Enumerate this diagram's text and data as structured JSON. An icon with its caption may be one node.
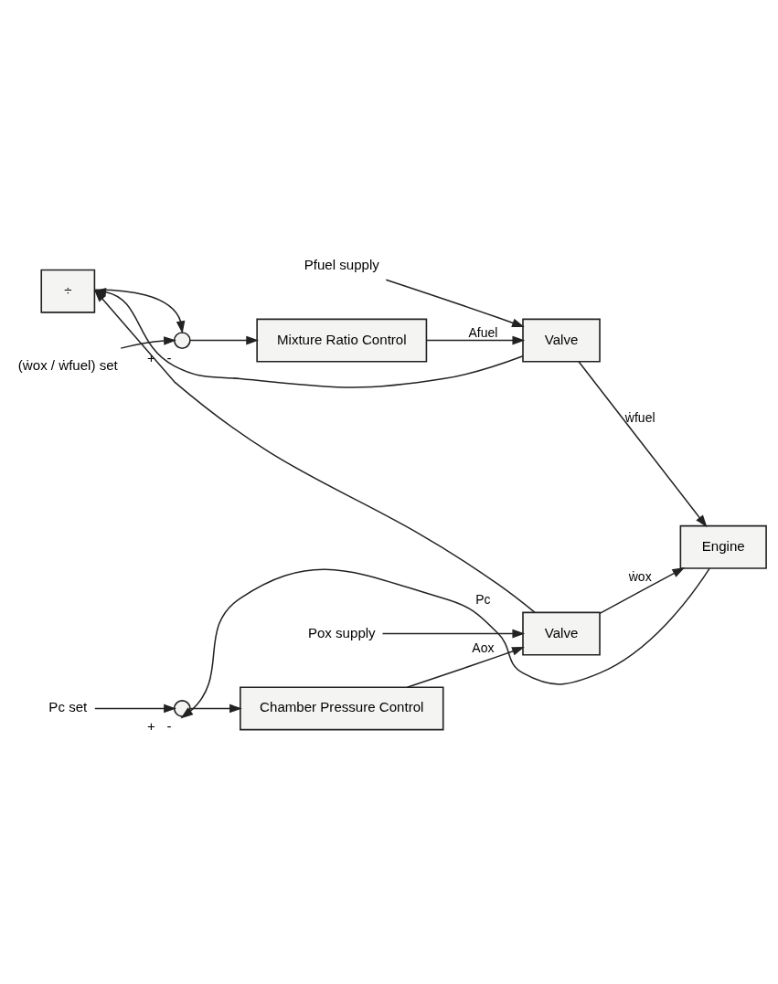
{
  "diagram": {
    "nodes": [
      {
        "text": [
          "(ẇox / ẇfuel) set"
        ]
      },
      {
        "text": [],
        "shape": "circle",
        "beside": [
          "+",
          "-"
        ]
      },
      {
        "text": [
          "÷"
        ]
      },
      {
        "text": [
          "Mixture Ratio Control"
        ]
      },
      {
        "text": [
          "Pfuel supply"
        ]
      },
      {
        "text": [
          "Valve"
        ]
      },
      {
        "text": [
          "Engine"
        ]
      },
      {
        "text": [
          "Pox supply"
        ]
      },
      {
        "text": [
          "Valve"
        ]
      },
      {
        "text": [
          "Chamber Pressure Control"
        ]
      },
      {
        "text": [
          "Pc set"
        ]
      },
      {
        "text": [],
        "shape": "circle",
        "beside": [
          "+",
          "-"
        ]
      }
    ],
    "edges": [
      {
        "from": 0,
        "to": 1,
        "arrow": "to"
      },
      {
        "from": 2,
        "to": 1,
        "arrow": "to"
      },
      {
        "from": 1,
        "to": 3,
        "arrow": "to"
      },
      {
        "from": 3,
        "to": 5,
        "arrow": "to",
        "label": "Afuel"
      },
      {
        "from": 4,
        "to": 5,
        "arrow": "to"
      },
      {
        "from": 5,
        "to": 6,
        "arrow": "to",
        "label": "ẇfuel"
      },
      {
        "from": 5,
        "to": 2,
        "arrow": "to"
      },
      {
        "from": 7,
        "to": 8,
        "arrow": "to"
      },
      {
        "from": 8,
        "to": 6,
        "arrow": "to",
        "label": "ẇox"
      },
      {
        "from": 8,
        "to": 2,
        "arrow": "to"
      },
      {
        "from": 9,
        "to": 8,
        "arrow": "to",
        "label": "Aox"
      },
      {
        "from": 10,
        "to": 11,
        "arrow": "to"
      },
      {
        "from": 6,
        "to": 11,
        "arrow": "to",
        "label": "Pc"
      },
      {
        "from": 11,
        "to": 9,
        "arrow": "to"
      }
    ]
  }
}
